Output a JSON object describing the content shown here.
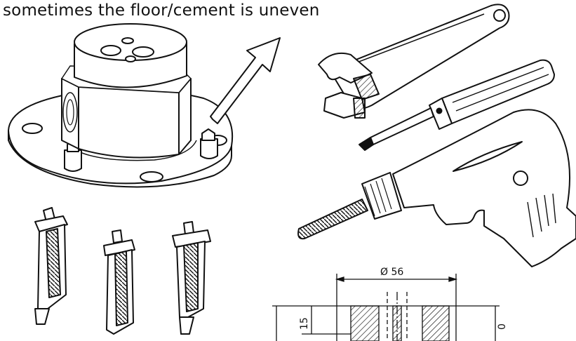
{
  "caption": "sometimes the floor/cement is uneven",
  "drawing": {
    "diameter_label": "Ø 56",
    "height_label": "15",
    "right_label_partial": "0"
  },
  "icons": {
    "base": "pipe-flange-base-icon",
    "arrow": "upward-arrow-icon",
    "wrench": "adjustable-wrench-icon",
    "screwdriver": "screwdriver-icon",
    "drill": "power-drill-icon",
    "anchors": "expansion-anchor-bolt-icon"
  }
}
